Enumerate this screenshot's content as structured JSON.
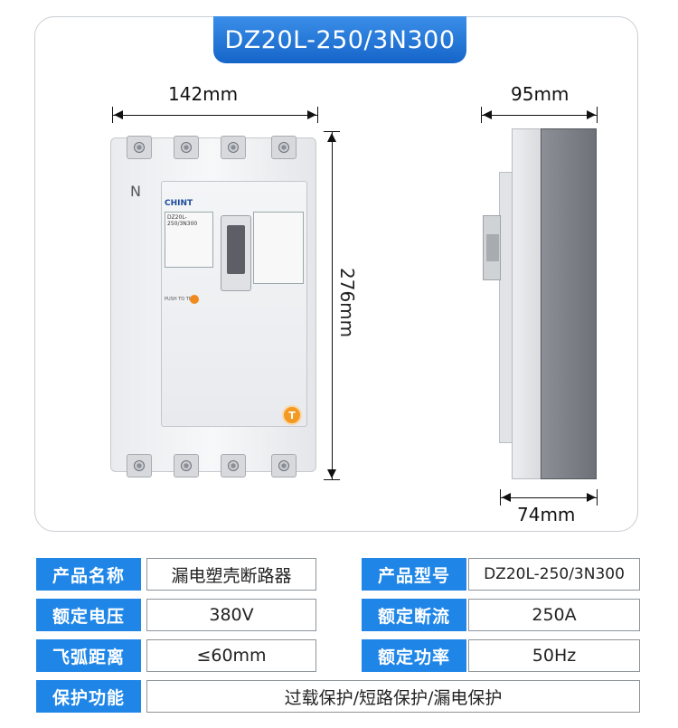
{
  "title": "DZ20L-250/3N300",
  "dimensions": {
    "front_width": "142mm",
    "front_height": "276mm",
    "side_depth_top": "95mm",
    "side_depth_bottom": "74mm"
  },
  "breaker": {
    "brand": "CHINT",
    "model": "DZ20L-250/3N300",
    "neutral_mark": "N",
    "push_label": "PUSH TO TRIP",
    "test_button": "T"
  },
  "specs": {
    "product_name": {
      "label": "产品名称",
      "value": "漏电塑壳断路器"
    },
    "product_model": {
      "label": "产品型号",
      "value": "DZ20L-250/3N300"
    },
    "rated_voltage": {
      "label": "额定电压",
      "value": "380V"
    },
    "rated_breaking": {
      "label": "额定断流",
      "value": "250A"
    },
    "arc_distance": {
      "label": "飞弧距离",
      "value": "≤60mm"
    },
    "rated_power": {
      "label": "额定功率",
      "value": "50Hz"
    },
    "protection": {
      "label": "保护功能",
      "value": "过载保护/短路保护/漏电保护"
    }
  },
  "colors": {
    "accent": "#1f86e8",
    "test_button": "#f39a22"
  }
}
